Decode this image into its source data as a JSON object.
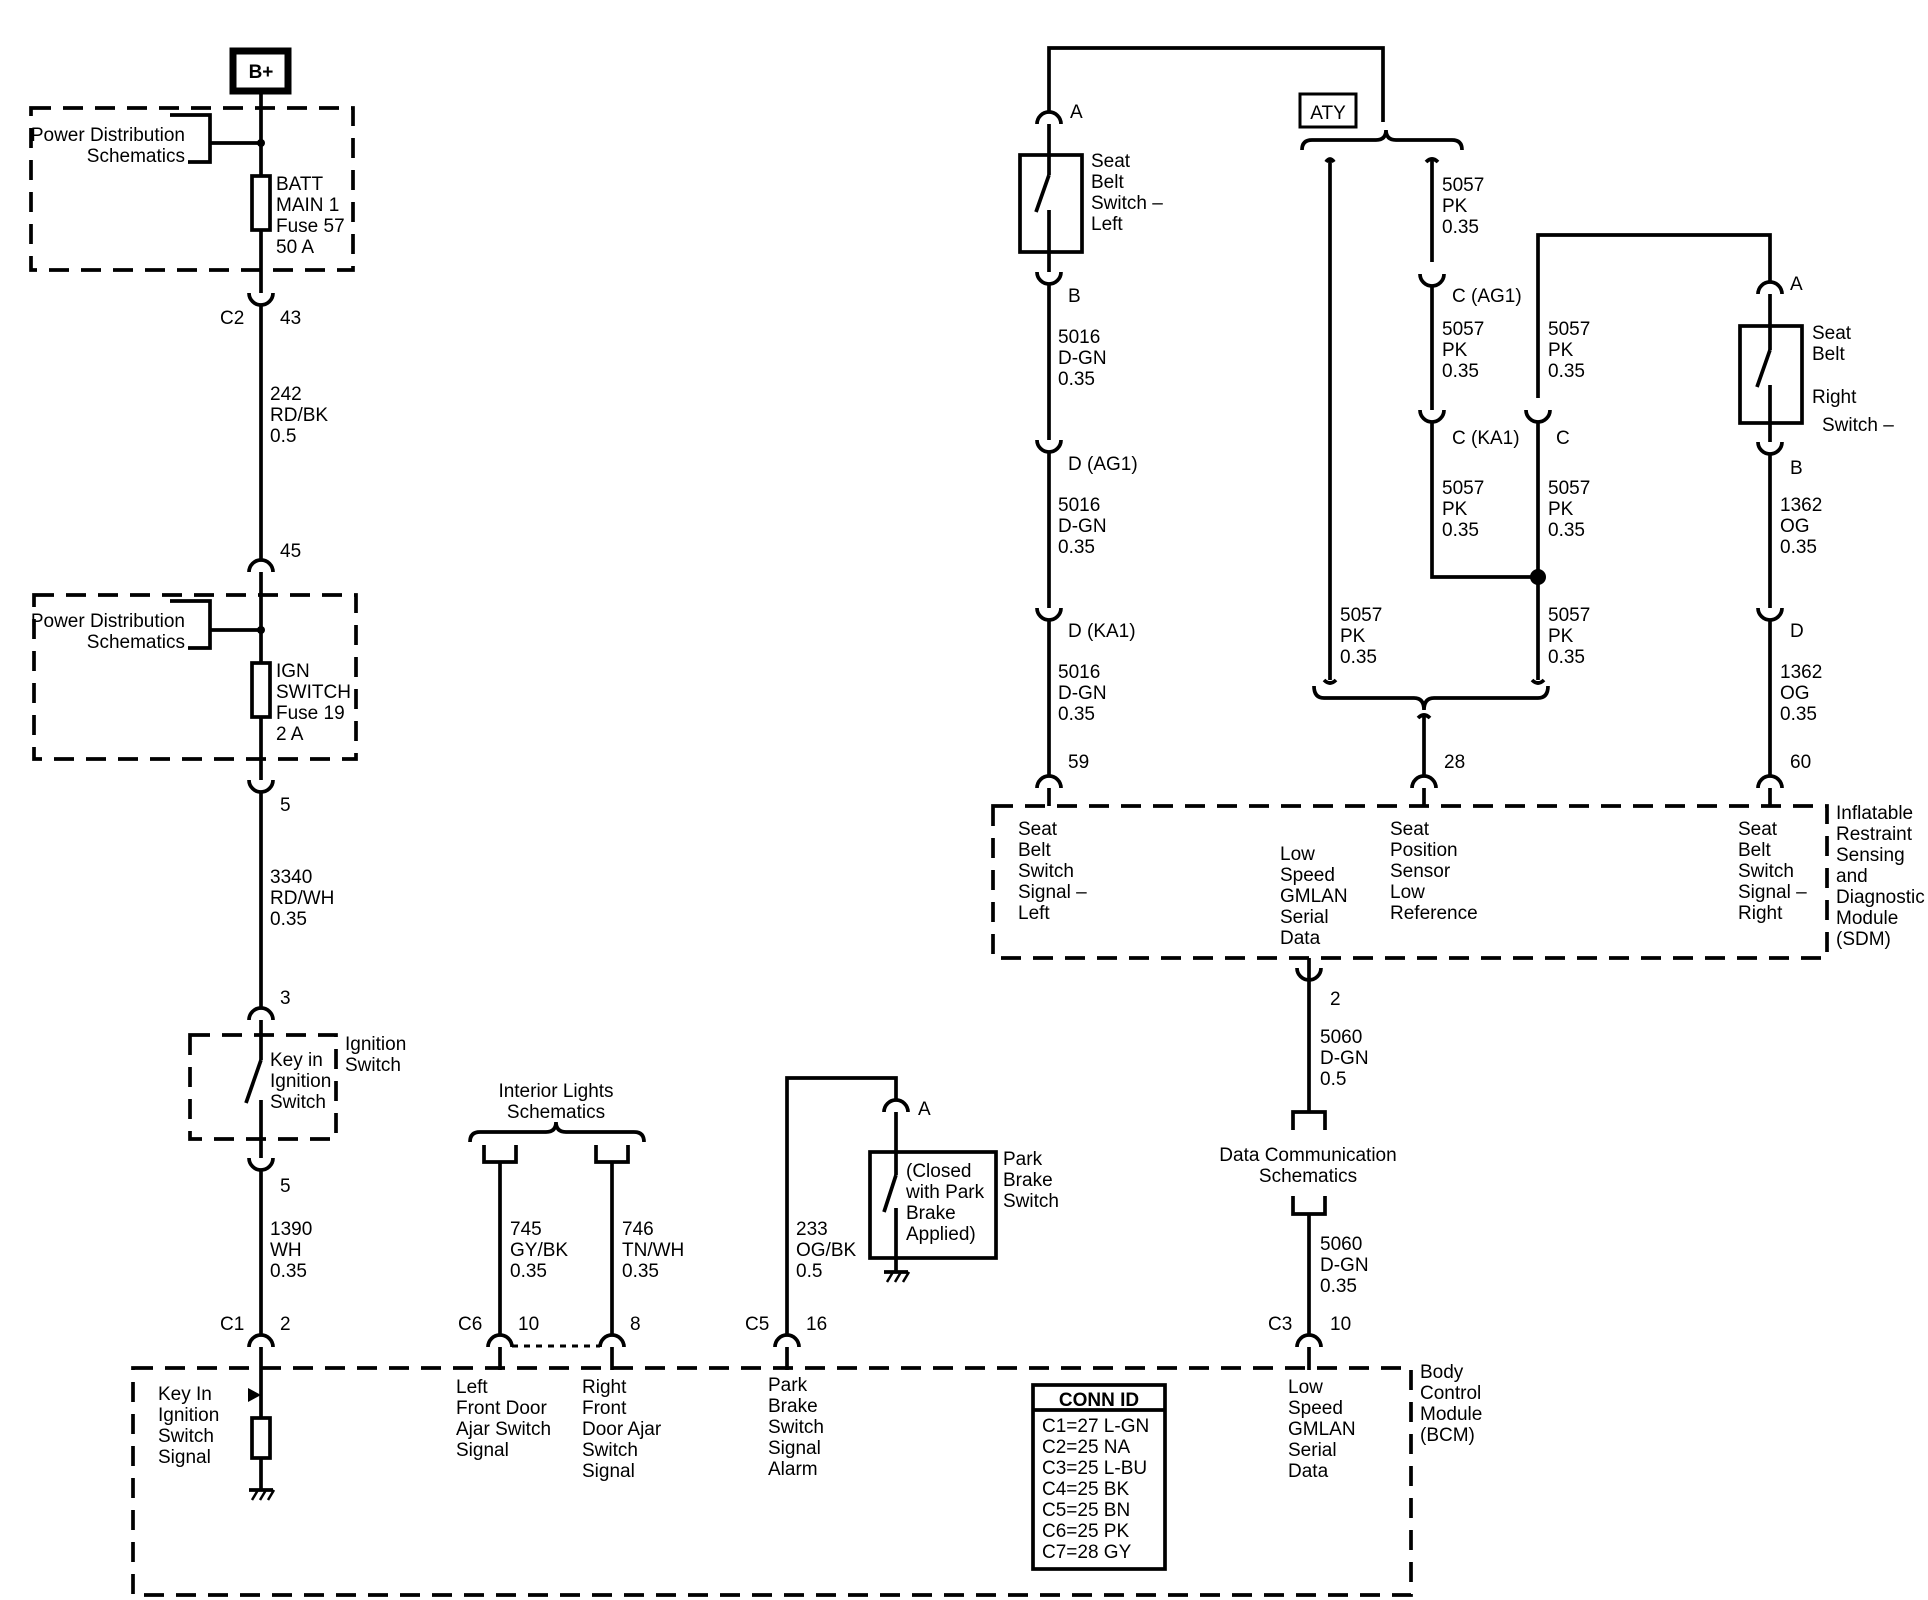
{
  "top": {
    "bplus": "B+",
    "aty": "ATY"
  },
  "pds1": {
    "l1": "Power Distribution",
    "l2": "Schematics",
    "f1": "BATT",
    "f2": "MAIN 1",
    "f3": "Fuse 57",
    "f4": "50 A"
  },
  "c2": {
    "id": "C2",
    "pin": "43"
  },
  "w242": {
    "n": "242",
    "c": "RD/BK",
    "s": "0.5"
  },
  "pin45": "45",
  "pds2": {
    "l1": "Power Distribution",
    "l2": "Schematics",
    "f1": "IGN",
    "f2": "SWITCH",
    "f3": "Fuse 19",
    "f4": "2 A"
  },
  "pin5a": "5",
  "w3340": {
    "n": "3340",
    "c": "RD/WH",
    "s": "0.35"
  },
  "pin3": "3",
  "ign": {
    "k1": "Key in",
    "k2": "Ignition",
    "k3": "Switch",
    "t1": "Ignition",
    "t2": "Switch"
  },
  "pin5b": "5",
  "w1390": {
    "n": "1390",
    "c": "WH",
    "s": "0.35"
  },
  "c1": {
    "id": "C1",
    "pin": "2"
  },
  "interior": {
    "l1": "Interior Lights",
    "l2": "Schematics"
  },
  "w745": {
    "n": "745",
    "c": "GY/BK",
    "s": "0.35"
  },
  "w746": {
    "n": "746",
    "c": "TN/WH",
    "s": "0.35"
  },
  "c6": {
    "id": "C6",
    "pin1": "10",
    "pin2": "8"
  },
  "park": {
    "pinA": "A",
    "t1": "(Closed",
    "t2": "with Park",
    "t3": "Brake",
    "t4": "Applied)",
    "n1": "Park",
    "n2": "Brake",
    "n3": "Switch"
  },
  "w233": {
    "n": "233",
    "c": "OG/BK",
    "s": "0.5"
  },
  "c5": {
    "id": "C5",
    "pin": "16"
  },
  "dcs": {
    "l1": "Data Communication",
    "l2": "Schematics"
  },
  "w5060a": {
    "n": "5060",
    "c": "D-GN",
    "s": "0.5"
  },
  "w5060b": {
    "n": "5060",
    "c": "D-GN",
    "s": "0.35"
  },
  "pin2sdm": "2",
  "c3": {
    "id": "C3",
    "pin": "10"
  },
  "bcm": {
    "t1": "Body",
    "t2": "Control",
    "t3": "Module",
    "t4": "(BCM)",
    "key": [
      "Key In",
      "Ignition",
      "Switch",
      "Signal"
    ],
    "lf": [
      "Left",
      "Front Door",
      "Ajar Switch",
      "Signal"
    ],
    "rf": [
      "Right",
      "Front",
      "Door Ajar",
      "Switch",
      "Signal"
    ],
    "pb": [
      "Park",
      "Brake",
      "Switch",
      "Signal",
      "Alarm"
    ],
    "lsg": [
      "Low",
      "Speed",
      "GMLAN",
      "Serial",
      "Data"
    ]
  },
  "conn": {
    "title": "CONN ID",
    "rows": [
      "C1=27 L-GN",
      "C2=25 NA",
      "C3=25 L-BU",
      "C4=25 BK",
      "C5=25 BN",
      "C6=25 PK",
      "C7=28 GY"
    ]
  },
  "sbl": {
    "pinA": "A",
    "l1": "Seat",
    "l2": "Belt",
    "l3": "Switch –",
    "l4": "Left",
    "pinB": "B"
  },
  "w5016a": {
    "n": "5016",
    "c": "D-GN",
    "s": "0.35"
  },
  "dag1": "D (AG1)",
  "w5016b": {
    "n": "5016",
    "c": "D-GN",
    "s": "0.35"
  },
  "dka1": "D (KA1)",
  "w5016c": {
    "n": "5016",
    "c": "D-GN",
    "s": "0.35"
  },
  "pin59": "59",
  "w5057a": {
    "n": "5057",
    "c": "PK",
    "s": "0.35"
  },
  "cag1": "C (AG1)",
  "w5057b": {
    "n": "5057",
    "c": "PK",
    "s": "0.35"
  },
  "cka1": "C (KA1)",
  "w5057c": {
    "n": "5057",
    "c": "PK",
    "s": "0.35"
  },
  "w5057d": {
    "n": "5057",
    "c": "PK",
    "s": "0.35"
  },
  "pinC": "C",
  "w5057e": {
    "n": "5057",
    "c": "PK",
    "s": "0.35"
  },
  "w5057f": {
    "n": "5057",
    "c": "PK",
    "s": "0.35"
  },
  "w5057g": {
    "n": "5057",
    "c": "PK",
    "s": "0.35"
  },
  "pin28": "28",
  "sbr": {
    "pinA": "A",
    "l1": "Seat",
    "l2": "Belt",
    "l3": "Right",
    "l4": "Switch –",
    "pinB": "B"
  },
  "w1362a": {
    "n": "1362",
    "c": "OG",
    "s": "0.35"
  },
  "pinD": "D",
  "w1362b": {
    "n": "1362",
    "c": "OG",
    "s": "0.35"
  },
  "pin60": "60",
  "sdm": {
    "t": [
      "Inflatable",
      "Restraint",
      "Sensing",
      "and",
      "Diagnostic",
      "Module",
      "(SDM)"
    ],
    "sbl": [
      "Seat",
      "Belt",
      "Switch",
      "Signal –",
      "Left"
    ],
    "lsg": [
      "Low",
      "Speed",
      "GMLAN",
      "Serial",
      "Data"
    ],
    "sps": [
      "Seat",
      "Position",
      "Sensor",
      "Low",
      "Reference"
    ],
    "sbr": [
      "Seat",
      "Belt",
      "Switch",
      "Signal –",
      "Right"
    ]
  }
}
